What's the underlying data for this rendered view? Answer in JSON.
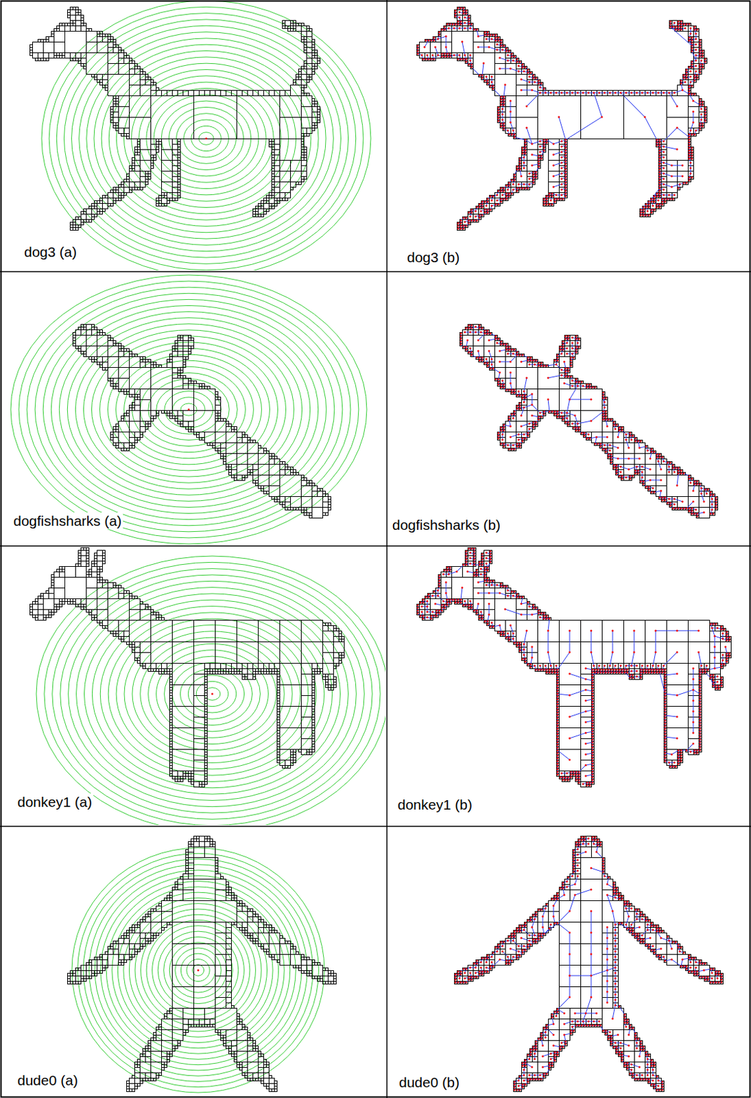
{
  "diagram": {
    "labels": [
      "dog3 (a)",
      "dog3 (b)",
      "dogfishsharks (a)",
      "dogfishsharks (b)",
      "donkey1 (a)",
      "donkey1 (b)",
      "dude0 (a)",
      "dude0 (b)"
    ]
  }
}
